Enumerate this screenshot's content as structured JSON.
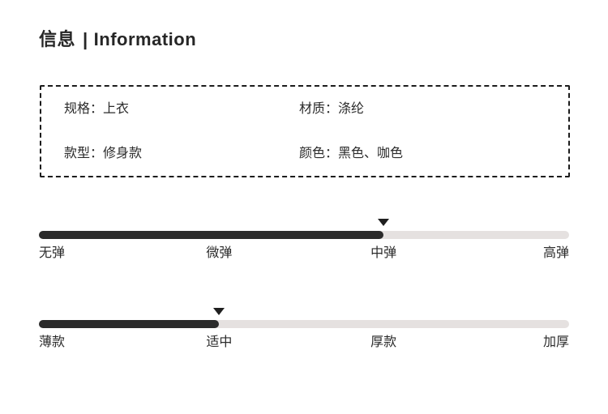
{
  "title": {
    "cn": "信息",
    "separator": "|",
    "en": "Information"
  },
  "info_box": {
    "items": [
      {
        "key": "规格：",
        "value": "上衣",
        "full": "规格：上衣"
      },
      {
        "key": "材质：",
        "value": "涤纶",
        "full": "材质：涤纶"
      },
      {
        "key": "款型：",
        "value": "修身款",
        "full": "款型：修身款"
      },
      {
        "key": "颜色：",
        "value": "黑色、咖色",
        "full": "颜色：黑色、咖色"
      }
    ]
  },
  "sliders": [
    {
      "name": "elasticity",
      "ticks": [
        "无弹",
        "微弹",
        "中弹",
        "高弹"
      ],
      "selected": "中弹",
      "fill_percent": 65,
      "marker_percent": 65
    },
    {
      "name": "thickness",
      "ticks": [
        "薄款",
        "适中",
        "厚款",
        "加厚"
      ],
      "selected": "适中",
      "fill_percent": 34,
      "marker_percent": 34
    }
  ],
  "colors": {
    "text": "#2b2b2b",
    "title": "#262626",
    "track_active": "#2b2b2b",
    "track_inactive": "#e5e1e0",
    "border_dashed": "#1c1c1c",
    "background": "#ffffff"
  }
}
